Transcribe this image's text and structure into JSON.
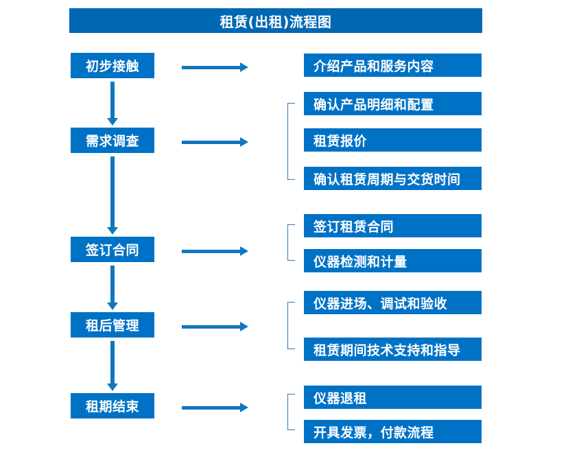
{
  "diagram": {
    "title": "租赁(出租)流程图",
    "accent_color": "#0072C6",
    "title_bar_color": "#0068B3",
    "arrow_color": "#0F77C0",
    "bracket_color": "#2E75B6",
    "text_color": "#FFFFFF"
  },
  "stages": [
    {
      "label": "初步接触"
    },
    {
      "label": "需求调查"
    },
    {
      "label": "签订合同"
    },
    {
      "label": "租后管理"
    },
    {
      "label": "租期结束"
    }
  ],
  "details": [
    {
      "label": "介绍产品和服务内容"
    },
    {
      "label": "确认产品明细和配置"
    },
    {
      "label": "租赁报价"
    },
    {
      "label": "确认租赁周期与交货时间"
    },
    {
      "label": "签订租赁合同"
    },
    {
      "label": "仪器检测和计量"
    },
    {
      "label": "仪器进场、调试和验收"
    },
    {
      "label": "租赁期间技术支持和指导"
    },
    {
      "label": "仪器退租"
    },
    {
      "label": "开具发票，付款流程"
    }
  ]
}
